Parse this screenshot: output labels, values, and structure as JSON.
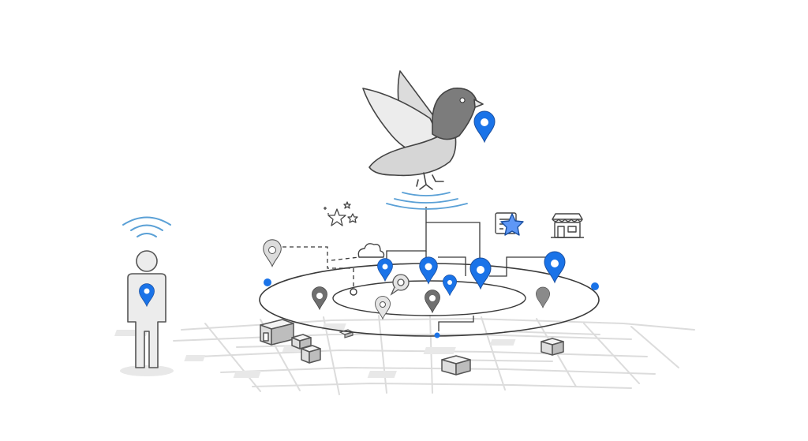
{
  "illustration": {
    "subject": "pigeon",
    "pin_count_blue": 7,
    "pin_count_gray": 6
  },
  "colors": {
    "accent_blue": "#1a73e8",
    "light_blue": "#5e97f6",
    "gray_dark": "#7a7a7a",
    "gray_mid": "#a6a6a6",
    "gray_light": "#e3e3e3",
    "outline": "#444444",
    "map_line": "#d9d9d9",
    "wifi": "#5aa0d6"
  },
  "icons": [
    "pigeon-icon",
    "person-icon",
    "wifi-icon",
    "map-pin-icon",
    "cloud-icon",
    "stars-icon",
    "review-star-icon",
    "storefront-icon",
    "building-icon"
  ]
}
